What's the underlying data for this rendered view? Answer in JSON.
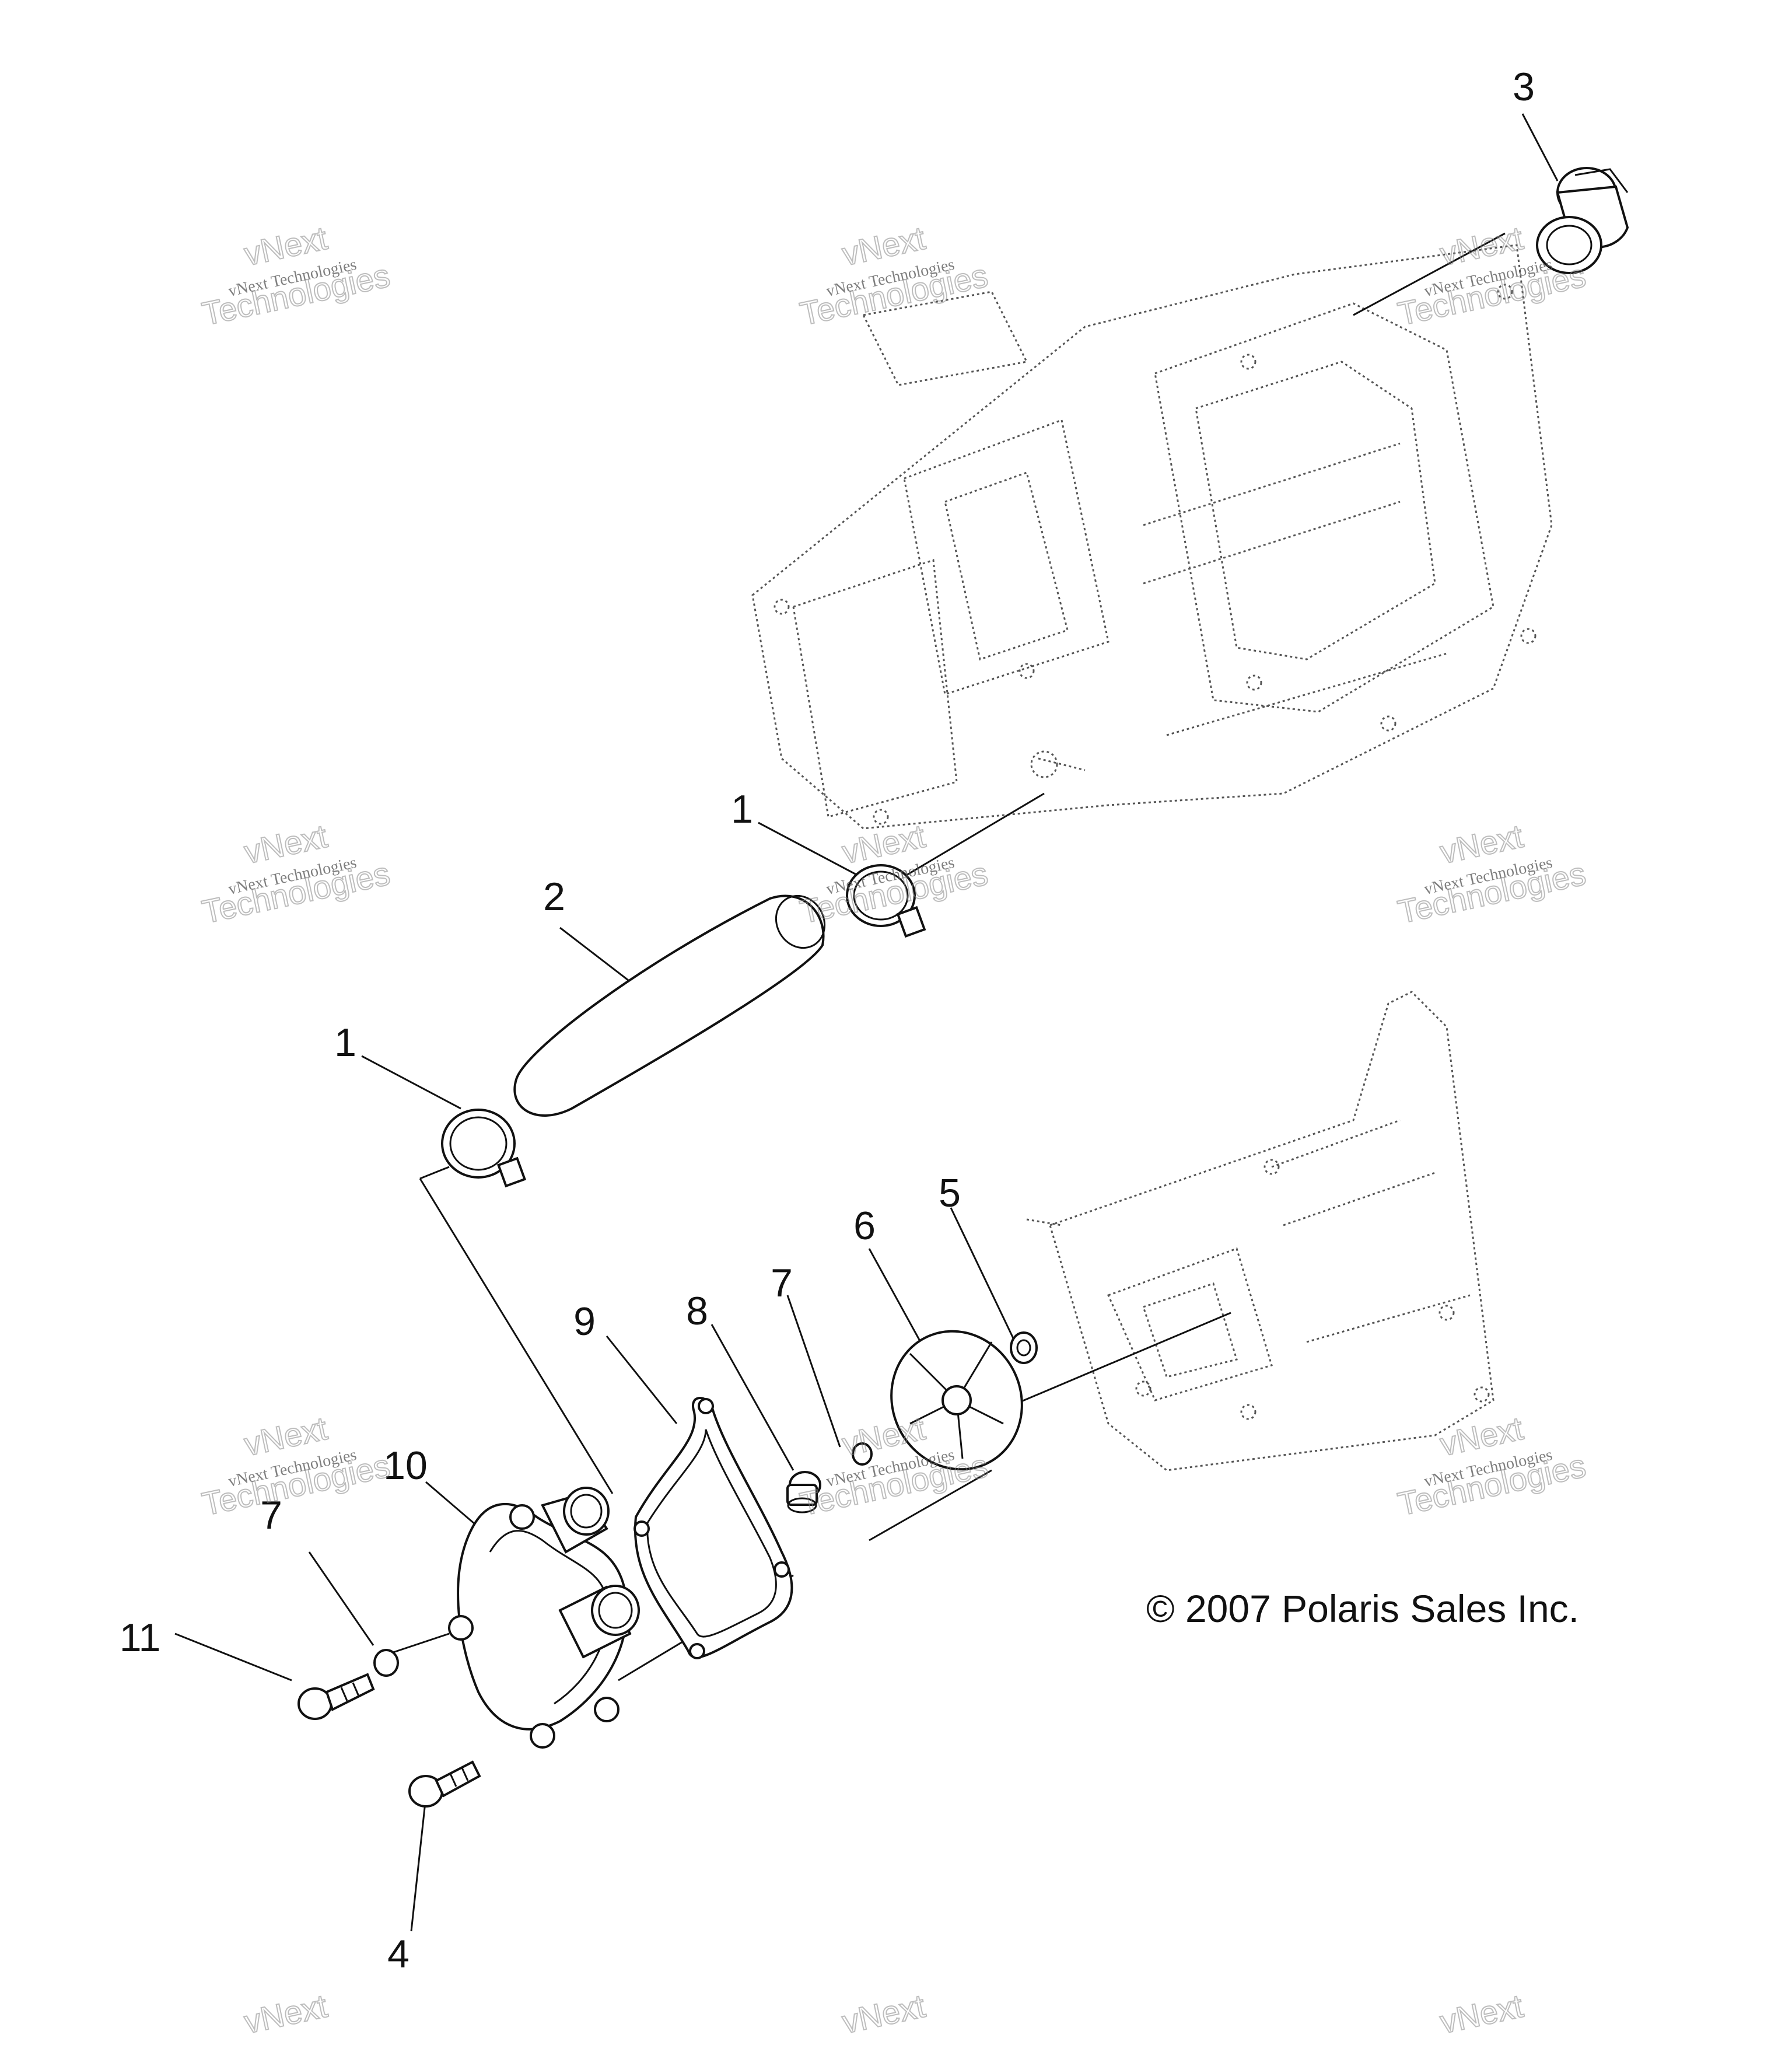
{
  "callouts": {
    "c1": "1",
    "c2": "2",
    "c3": "3",
    "c4": "4",
    "c5": "5",
    "c6": "6",
    "c7": "7",
    "c8": "8",
    "c9": "9",
    "c10": "10",
    "c11": "11",
    "c12": "1",
    "c13": "7"
  },
  "copyright": "© 2007 Polaris Sales Inc.",
  "watermark": {
    "line_small": "vNext Technologies",
    "line_big_top": "vNext",
    "line_big_bottom": "Technologies"
  }
}
